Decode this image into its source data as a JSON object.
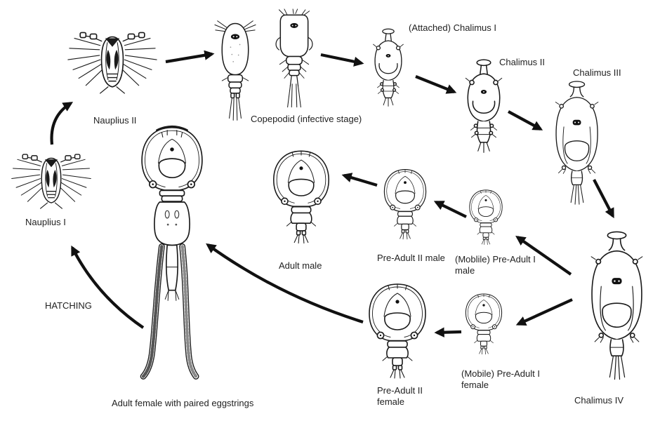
{
  "page": {
    "background_color": "#ffffff",
    "ink_color": "#1a1a1a"
  },
  "labels": {
    "nauplius1": "Nauplius I",
    "nauplius2": "Nauplius II",
    "copepodid": "Copepodid (infective stage)",
    "chalimus1": "(Attached) Chalimus I",
    "chalimus2": "Chalimus II",
    "chalimus3": "Chalimus III",
    "chalimus4": "Chalimus IV",
    "preadult1_male_line1": "(Moblile) Pre-Adult I",
    "preadult1_male_line2": "male",
    "preadult2_male": "Pre-Adult II male",
    "preadult1_female_line1": "(Mobile) Pre-Adult I",
    "preadult1_female_line2": "female",
    "preadult2_female_line1": "Pre-Adult II",
    "preadult2_female_line2": "female",
    "adult_male": "Adult male",
    "adult_female": "Adult female with paired eggstrings",
    "hatching": "HATCHING"
  },
  "diagram": {
    "type": "life-cycle",
    "transitions": [
      {
        "from": "Nauplius I",
        "to": "Nauplius II"
      },
      {
        "from": "Nauplius II",
        "to": "Copepodid (infective stage)"
      },
      {
        "from": "Copepodid (infective stage)",
        "to": "(Attached) Chalimus I"
      },
      {
        "from": "(Attached) Chalimus I",
        "to": "Chalimus II"
      },
      {
        "from": "Chalimus II",
        "to": "Chalimus III"
      },
      {
        "from": "Chalimus III",
        "to": "Chalimus IV"
      },
      {
        "from": "Chalimus IV",
        "to": "(Moblile) Pre-Adult I male"
      },
      {
        "from": "Chalimus IV",
        "to": "(Mobile) Pre-Adult I female"
      },
      {
        "from": "(Moblile) Pre-Adult I male",
        "to": "Pre-Adult II male"
      },
      {
        "from": "Pre-Adult II male",
        "to": "Adult male"
      },
      {
        "from": "(Mobile) Pre-Adult I female",
        "to": "Pre-Adult II female"
      },
      {
        "from": "Pre-Adult II female",
        "to": "Adult female with paired eggstrings"
      },
      {
        "from": "Adult female with paired eggstrings",
        "to": "Nauplius I",
        "label": "HATCHING"
      }
    ]
  }
}
